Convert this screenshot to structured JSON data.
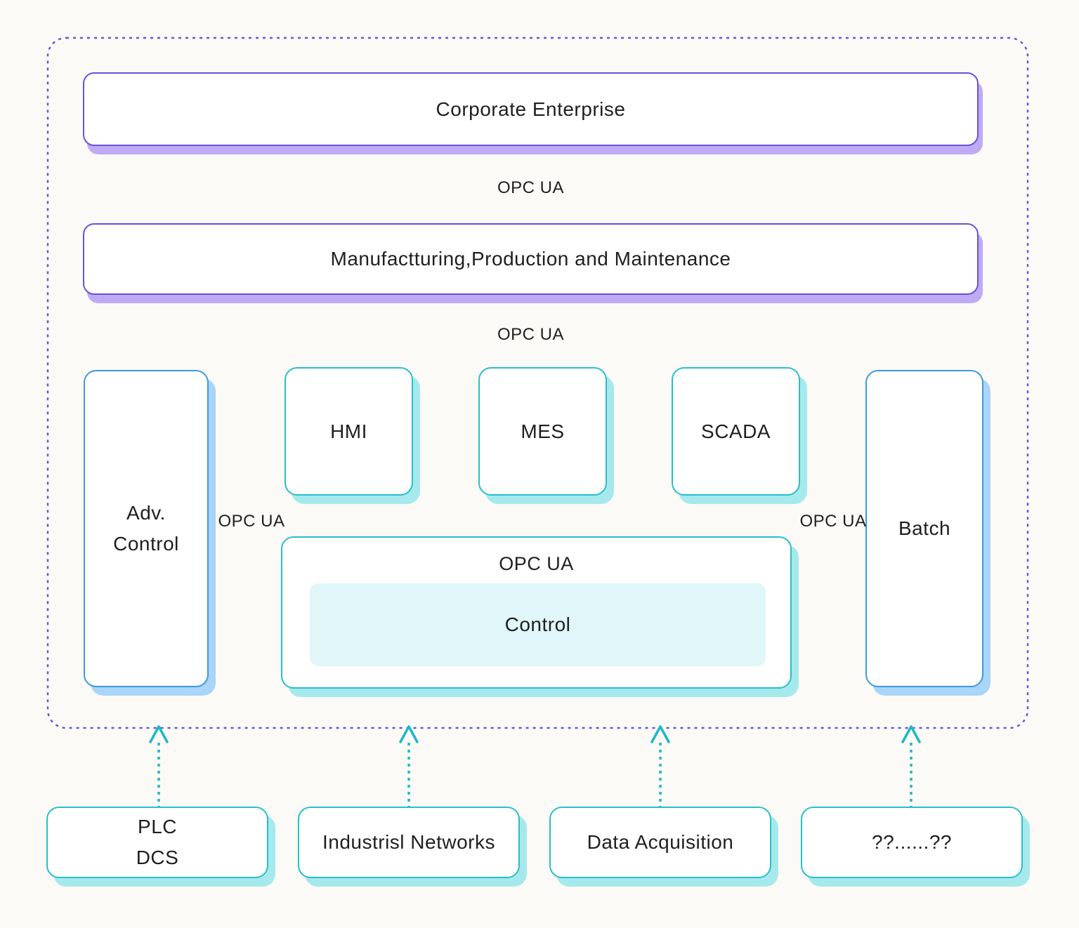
{
  "title_boxes": {
    "corporate": "Corporate Enterprise",
    "manufacturing": "Manufactturing,Production and Maintenance"
  },
  "opc_labels": {
    "link1": "OPC UA",
    "link2": "OPC UA",
    "left": "OPC UA",
    "right": "OPC UA",
    "center_title": "OPC UA"
  },
  "mid_boxes": {
    "adv_line1": "Adv.",
    "adv_line2": "Control",
    "hmi": "HMI",
    "mes": "MES",
    "scada": "SCADA",
    "batch": "Batch",
    "control_inner": "Control"
  },
  "bottom_boxes": {
    "plc_line1": "PLC",
    "plc_line2": "DCS",
    "industrial": "Industrisl Networks",
    "data_acq": "Data Acquisition",
    "unknown": "??......??"
  },
  "colors": {
    "purple_border": "#6a51dc",
    "purple_shadow": "#beabf4",
    "dashed_border": "#5e5bd4",
    "blue_border": "#3b99e8",
    "blue_shadow": "#a9d5f8",
    "teal_border": "#28bfca",
    "teal_shadow": "#a6e9ec",
    "control_fill": "#e0f6f9",
    "arrow": "#1db8c8",
    "text": "#1f1f1f",
    "background": "#fbfaf6"
  }
}
